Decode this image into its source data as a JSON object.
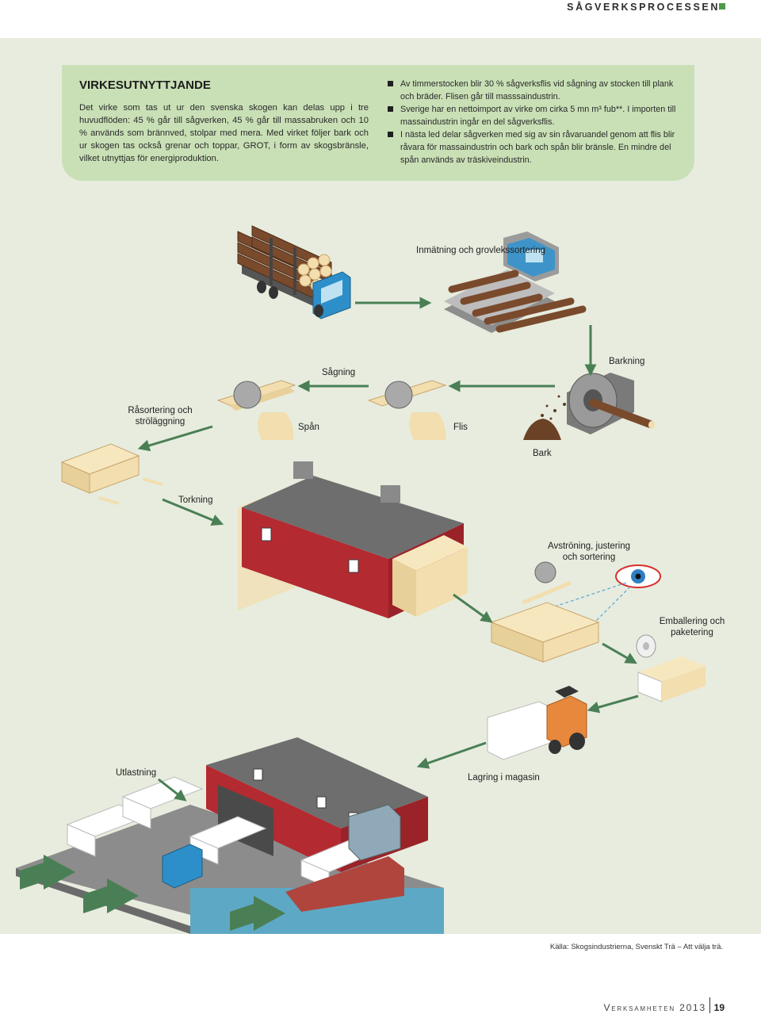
{
  "header": {
    "section": "SÅGVERKSPROCESSEN"
  },
  "info": {
    "title": "VIRKESUTNYTTJANDE",
    "body": "Det virke som tas ut ur den svenska skogen kan delas upp i tre huvudflöden: 45 % går till sågverken, 45 % går till massabruken och 10 % används som brännved, stolpar med mera. Med virket följer bark och ur skogen tas också grenar och toppar, GROT, i form av skogsbränsle, vilket utnyttjas för energiproduktion.",
    "bullets": [
      "Av timmerstocken blir 30 % sågverksflis vid sågning av stocken till plank och bräder. Flisen går till masssaindustrin.",
      "Sverige har en nettoimport av virke om cirka 5 mn m³ fub**. I importen till massaindustrin ingår en del sågverksflis.",
      "I nästa led delar sågverken med sig av sin råvaruandel genom att flis blir råvara för massaindustrin och bark och spån blir bränsle. En mindre del spån används av träskiveindustrin."
    ]
  },
  "steps": {
    "inmatning": "Inmätning och grovlekssortering",
    "barkning": "Barkning",
    "sagning": "Sågning",
    "rasortering": "Råsortering och ströläggning",
    "span": "Spån",
    "flis": "Flis",
    "bark": "Bark",
    "torkning": "Torkning",
    "avstroning": "Avströning, justering och sortering",
    "emballering": "Emballering och paketering",
    "utlastning": "Utlastning",
    "lagring": "Lagring i magasin"
  },
  "colors": {
    "background": "#e7ecde",
    "info_box": "#c9e0b6",
    "arrow": "#4a7f55",
    "barn_red": "#b32a31",
    "roof": "#6e6e6e",
    "timber": "#f2deae",
    "logs": "#7a4a2c",
    "truck_blue": "#2d8fc9",
    "water": "#5da9c5"
  },
  "source": "Källa: Skogsindustrierna, Svenskt Trä – Att välja trä.",
  "footer": {
    "magazine": "Verksamheten 2013",
    "page": "19"
  }
}
